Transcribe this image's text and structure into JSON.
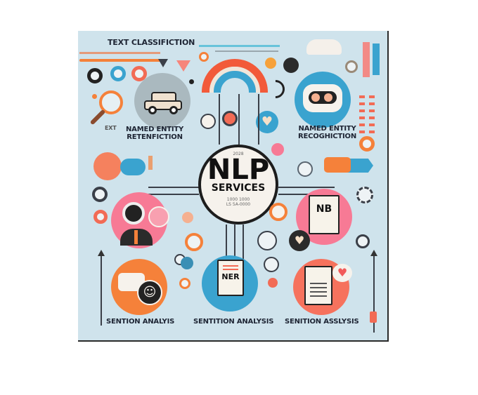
{
  "poster": {
    "title_main": "NLP",
    "title_sub": "SERVICES",
    "badge_top_text": "2028",
    "badge_bottom_line1": "1000 1000",
    "badge_bottom_line2": "LS 5A-0000",
    "labels": {
      "top_left": "TEXT CLASSIFICTION",
      "mid_left_line1": "NAMED ENTITY",
      "mid_left_line2": "RETENFICTION",
      "mid_right_line1": "NAMED ENTITY",
      "mid_right_line2": "RECOGHICTION",
      "bottom_left": "SENTION ANALYIS",
      "bottom_center": "SENTITION ANALYSIS",
      "bottom_right": "SENITION ASSLYSIS",
      "small_left": "EXT"
    },
    "icons": {
      "doc_right_text": "NB",
      "doc_center_text": "NER"
    },
    "colors": {
      "background": "#cfe3ec",
      "orange": "#f5813a",
      "coral": "#f26b55",
      "pink": "#f77a95",
      "blue": "#3aa3cf",
      "dark": "#1d1d1d",
      "cream": "#f6f2ec"
    }
  }
}
